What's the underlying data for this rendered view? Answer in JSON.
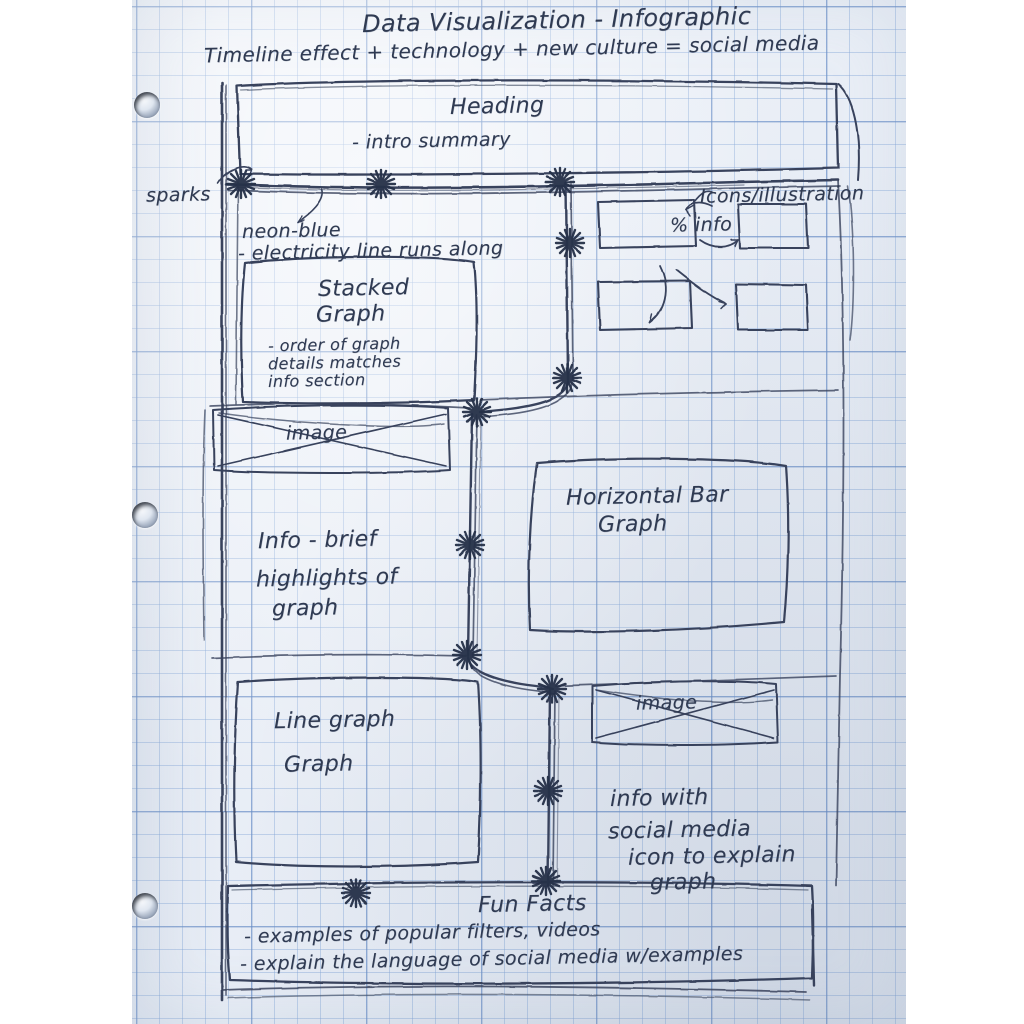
{
  "document": {
    "medium": "hand-drawn pen sketch on blue graph paper",
    "title": "Data Visualization - Infographic",
    "subtitle": "Timeline effect + technology + new culture = social media"
  },
  "annotations": {
    "sparks_label": "sparks",
    "neon_blue": "neon-blue",
    "electricity_note": "- electricity line runs along",
    "icons_illustration": "Icons/illustration",
    "percent_info": "% info"
  },
  "blocks": {
    "heading": {
      "title": "Heading",
      "note": "- intro summary"
    },
    "stacked_graph": {
      "title_line1": "Stacked",
      "title_line2": "Graph",
      "note_line1": "- order of graph",
      "note_line2": "details matches",
      "note_line3": "info section"
    },
    "image_left": {
      "label": "image"
    },
    "info_brief": {
      "line1": "Info - brief",
      "line2": "highlights of",
      "line3": "graph"
    },
    "horizontal_bar_graph": {
      "title_line1": "Horizontal Bar",
      "title_line2": "Graph"
    },
    "line_graph": {
      "title_line1": "Line graph",
      "title_line2": "Graph"
    },
    "image_right": {
      "label": "image"
    },
    "info_social": {
      "line1": "info with",
      "line2": "social media",
      "line3": "icon to explain",
      "line4": "graph"
    },
    "fun_facts": {
      "title": "Fun Facts",
      "bullet1": "- examples of popular filters, videos",
      "bullet2": "- explain the language of social media w/examples"
    }
  },
  "colors": {
    "ink": "#2f3a52",
    "paper": "#eef2f8",
    "grid_fine": "#82a5d7",
    "grid_bold": "#688cc4"
  }
}
